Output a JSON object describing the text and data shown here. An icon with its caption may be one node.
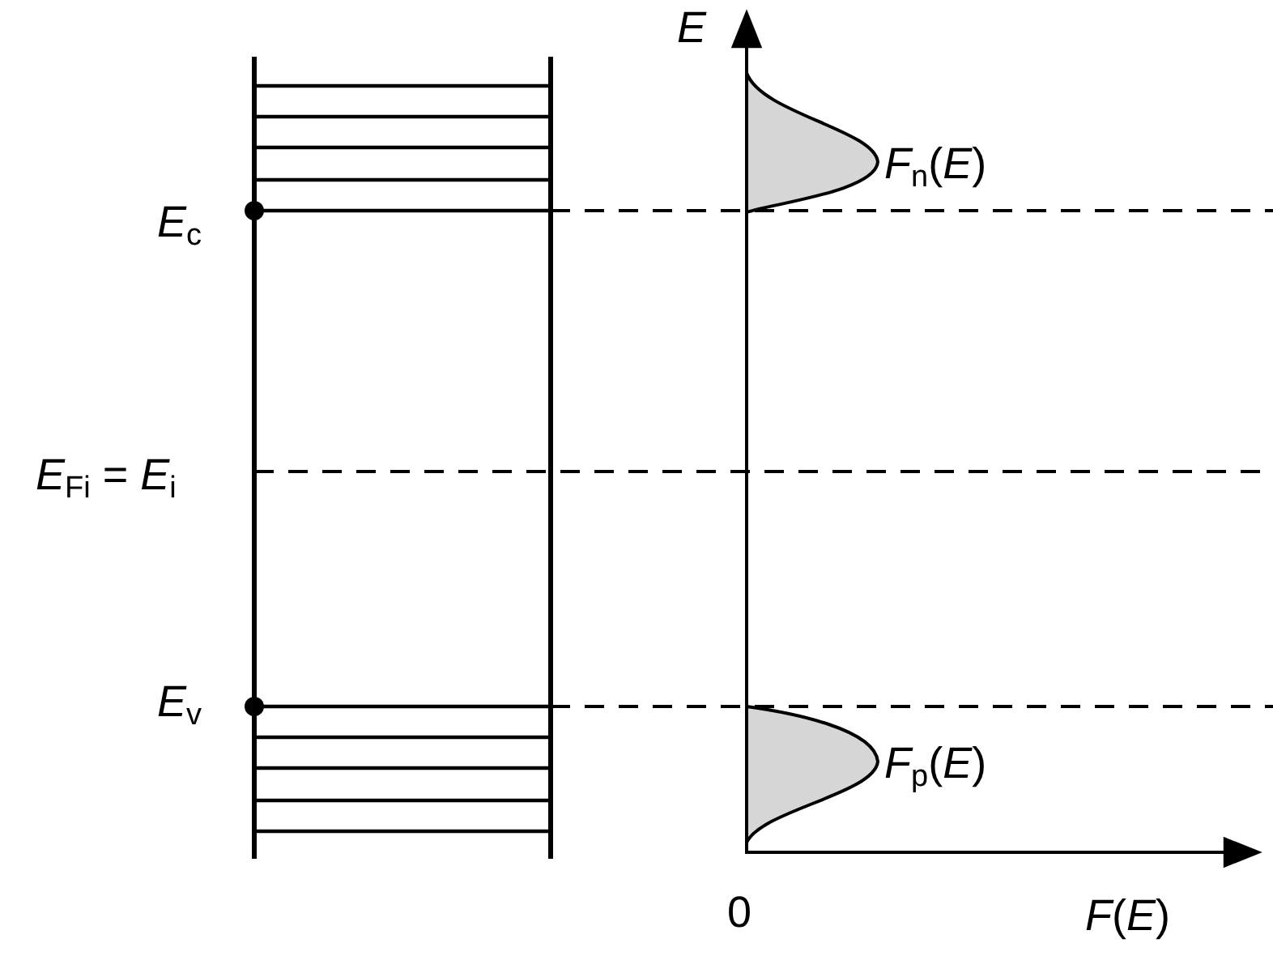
{
  "diagram": {
    "labels": [
      "*E*",
      "*F*$_{n}$(*E*)",
      "*E*$_{c}$",
      "*E*$_{Fi}$ = *E*$_{i}$",
      "*E*$_{v}$",
      "*F*$_{p}$(*E*)",
      "0",
      "*F*(*E*)"
    ]
  }
}
